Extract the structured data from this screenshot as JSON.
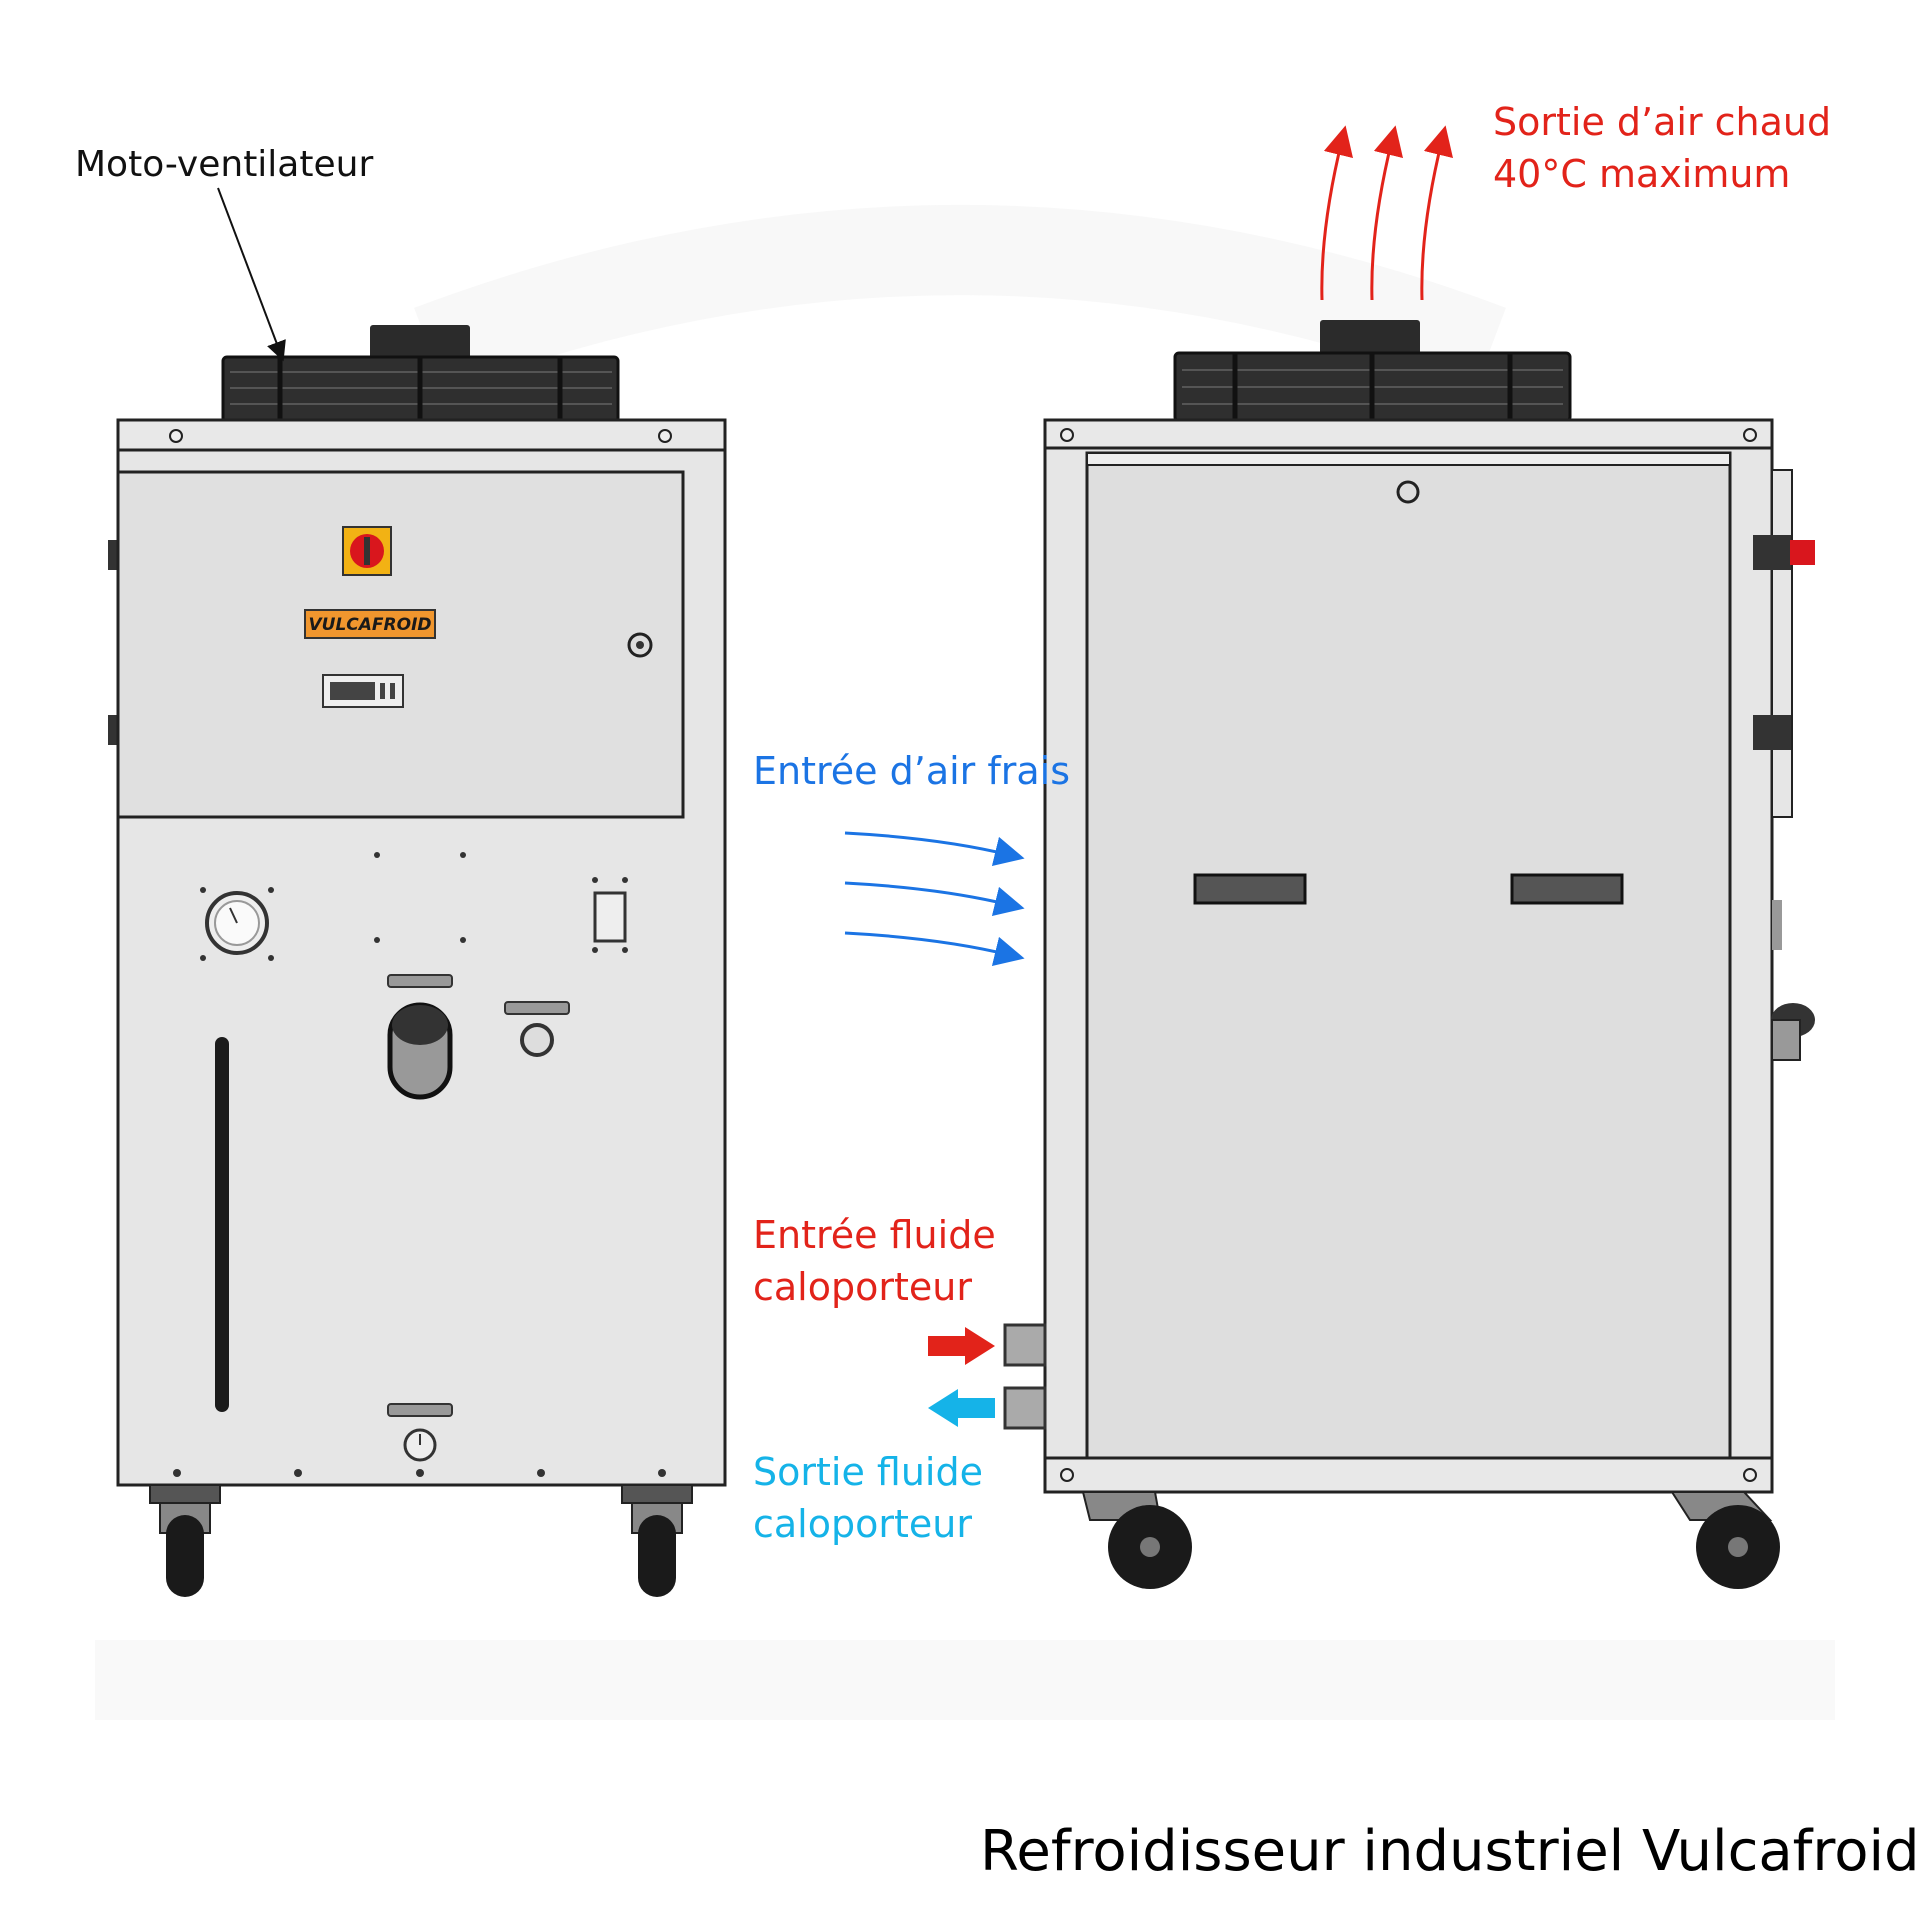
{
  "labels": {
    "fan": "Moto-ventilateur",
    "hot_air_line1": "Sortie d’air chaud",
    "hot_air_line2": "40°C maximum",
    "fresh_air": "Entrée d’air frais",
    "fluid_in_line1": "Entrée fluide",
    "fluid_in_line2": "caloporteur",
    "fluid_out_line1": "Sortie fluide",
    "fluid_out_line2": "caloporteur"
  },
  "brand_plate": "VULCAFROID",
  "title": "Refroidisseur industriel Vulcafroid®",
  "colors": {
    "hot": "#e2231a",
    "fresh_air": "#1b74e4",
    "fluid_out": "#15b3e8",
    "panel": "#e6e6e6",
    "brand_plate": "#f0962e"
  }
}
